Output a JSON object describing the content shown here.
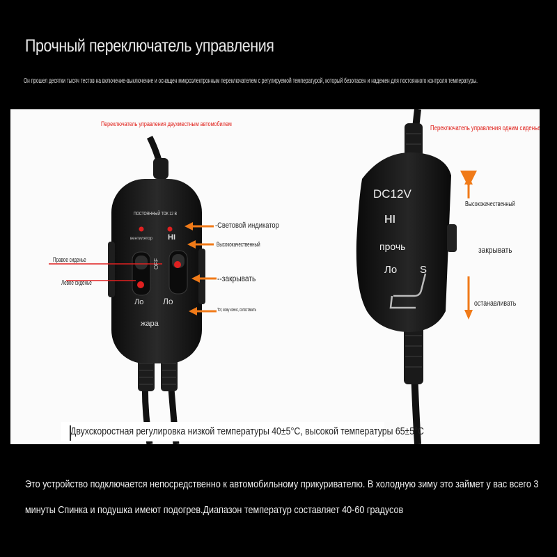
{
  "title": "Прочный переключатель управления",
  "subtitle": "Он прошел десятки тысяч тестов на включение-выключение и оснащен микроэлектронным переключателем с регулируемой температурой, который безопасен и надежен для постоянного контроля температуры.",
  "dual_controller": {
    "heading": "Переключатель управления двухместным автомобилем",
    "device_top_label": "ПОСТОЯННЫЙ ТОК 12 В",
    "hi_label": "HI",
    "left_switch_label": "вентилятор",
    "off_label": "OFF",
    "lo_left": "Ло",
    "lo_right": "Ло",
    "heat_label": "жара",
    "ann_indicator": "-Световой индикатор",
    "ann_high": "Высококачественный",
    "ann_right_seat": "Правое сиденье",
    "ann_left_seat": "Левое сиденье",
    "ann_close": "--закрывать",
    "ann_low": "Тот, кому конис, сопоставить"
  },
  "single_controller": {
    "heading": "Переключатель управления одним сиденьем",
    "dc_label": "DC12V",
    "hi_label": "HI",
    "off_label": "прочь",
    "lo_label": "Ло",
    "s_label": "S",
    "ann_high": "Высококачественный",
    "ann_close": "закрывать",
    "ann_stop": "останавливать"
  },
  "photo_caption": "Двухскоростная регулировка низкой температуры 40±5°С, высокой температуры 65±5°С",
  "description_line1": "Это устройство подключается непосредственно к автомобильному прикуривателю. В холодную зиму это займет у вас всего 3",
  "description_line2": "минуты Спинка и подушка имеют подогрев.Диапазон температур составляет 40-60 градусов",
  "colors": {
    "background": "#000000",
    "annotation_red": "#e0201a",
    "arrow_orange": "#f07a18",
    "device_body": "#141414"
  }
}
